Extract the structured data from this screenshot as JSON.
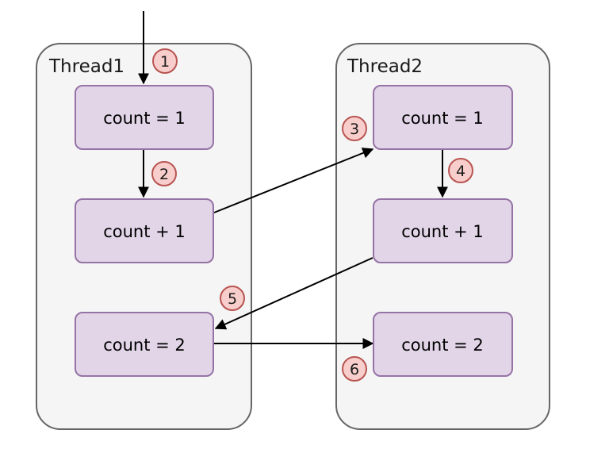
{
  "threads": [
    {
      "title": "Thread1",
      "nodes": [
        "count = 1",
        "count + 1",
        "count = 2"
      ]
    },
    {
      "title": "Thread2",
      "nodes": [
        "count = 1",
        "count + 1",
        "count = 2"
      ]
    }
  ],
  "steps": [
    "1",
    "2",
    "3",
    "4",
    "5",
    "6"
  ],
  "colors": {
    "lane_fill": "#f5f5f5",
    "lane_stroke": "#666666",
    "node_fill": "#e1d5e7",
    "node_stroke": "#9673a6",
    "badge_fill": "#f8cecc",
    "badge_stroke": "#b85450"
  }
}
